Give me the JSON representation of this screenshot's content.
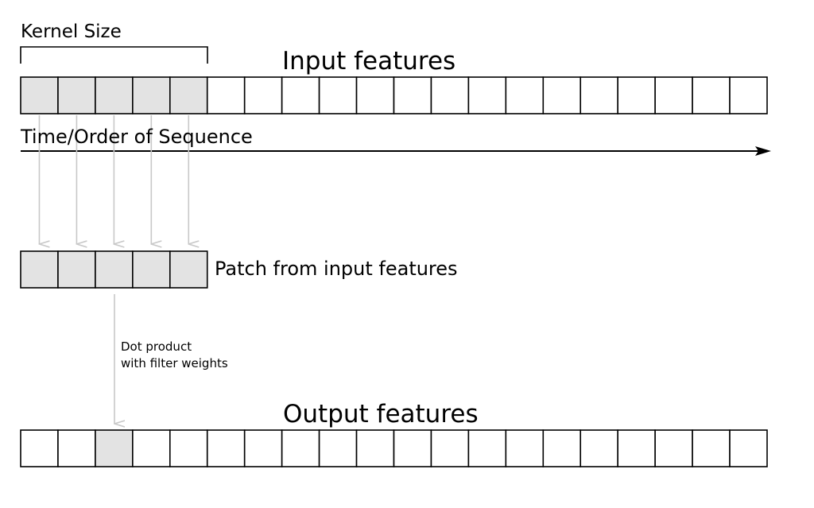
{
  "labels": {
    "kernel_size": "Kernel Size",
    "input_features": "Input features",
    "time_order": "Time/Order of Sequence",
    "patch": "Patch from input features",
    "dot_product_line1": "Dot product",
    "dot_product_line2": "with filter weights",
    "output_features": "Output features"
  },
  "sequence": {
    "input_cell_count": 20,
    "kernel_size": 5,
    "highlighted_output_index": 2
  },
  "colors": {
    "highlight": "#e3e3e3",
    "cell_fill": "#ffffff",
    "stroke": "#000000",
    "arrow": "#c8c8c8"
  }
}
